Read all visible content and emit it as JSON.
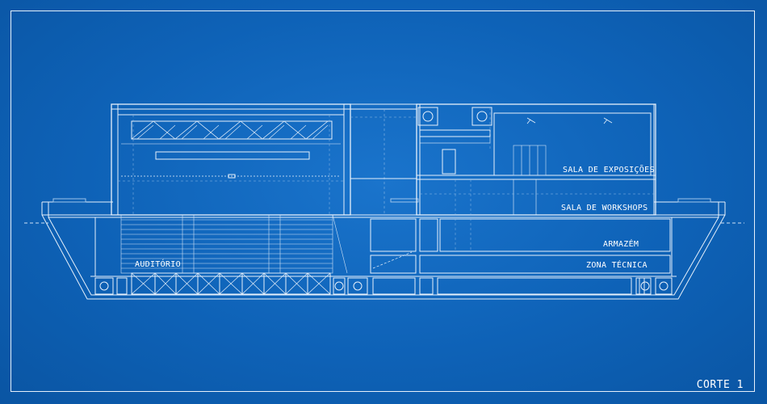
{
  "drawing": {
    "rooms": [
      {
        "id": "exposicoes",
        "label": "SALA DE EXPOSIÇÕES"
      },
      {
        "id": "workshops",
        "label": "SALA DE WORKSHOPS"
      },
      {
        "id": "armazem",
        "label": "ARMAZÉM"
      },
      {
        "id": "zona_tecnica",
        "label": "ZONA TÉCNICA"
      },
      {
        "id": "auditorio",
        "label": "AUDITÓRIO"
      }
    ],
    "sheet_title": "CORTE 1",
    "colors": {
      "background": "#0e62b7",
      "line": "#e6f0fb",
      "faint": "#8fbbe6"
    }
  }
}
